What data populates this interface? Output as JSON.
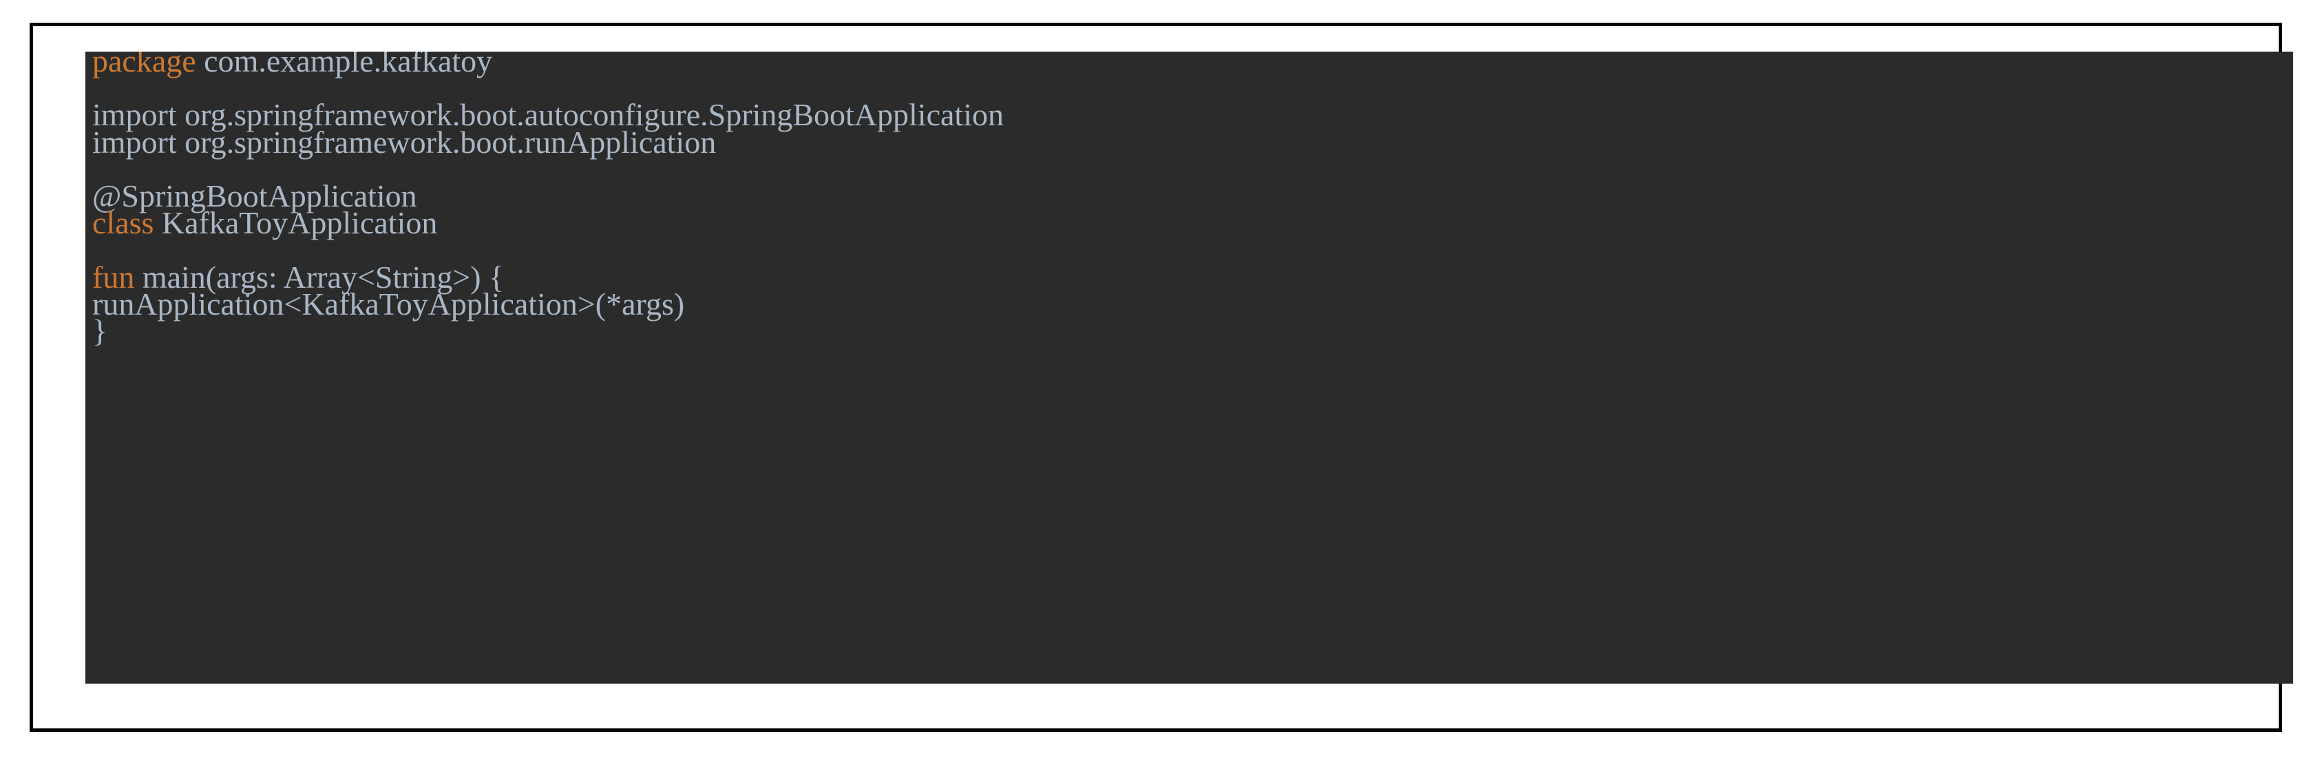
{
  "figure": {
    "kind": "code-snippet-screenshot",
    "language": "kotlin",
    "theme_name": "darcula",
    "colors": {
      "page_background": "#ffffff",
      "frame_border": "#000000",
      "code_background": "#2b2b2b",
      "default_text": "#a9b7c6",
      "keyword": "#cc7832"
    }
  },
  "code": {
    "lines": [
      {
        "index": 1,
        "type": "code",
        "text": "package com.example.kafkatoy",
        "tokens": [
          {
            "text": "package",
            "role": "keyword"
          },
          {
            "text": " com.example.kafkatoy",
            "role": "plain"
          }
        ]
      },
      {
        "index": 2,
        "type": "blank",
        "text": "",
        "tokens": []
      },
      {
        "index": 3,
        "type": "code",
        "text": "import org.springframework.boot.autoconfigure.SpringBootApplication",
        "tokens": [
          {
            "text": "import org.springframework.boot.autoconfigure.SpringBootApplication",
            "role": "plain"
          }
        ]
      },
      {
        "index": 4,
        "type": "code",
        "text": "import org.springframework.boot.runApplication",
        "tokens": [
          {
            "text": "import org.springframework.boot.runApplication",
            "role": "plain"
          }
        ]
      },
      {
        "index": 5,
        "type": "blank",
        "text": "",
        "tokens": []
      },
      {
        "index": 6,
        "type": "code",
        "text": "@SpringBootApplication",
        "tokens": [
          {
            "text": "@SpringBootApplication",
            "role": "plain"
          }
        ]
      },
      {
        "index": 7,
        "type": "code",
        "text": "class KafkaToyApplication",
        "tokens": [
          {
            "text": "class",
            "role": "keyword"
          },
          {
            "text": " KafkaToyApplication",
            "role": "plain"
          }
        ]
      },
      {
        "index": 8,
        "type": "blank",
        "text": "",
        "tokens": []
      },
      {
        "index": 9,
        "type": "code",
        "text": "fun main(args: Array<String>) {",
        "tokens": [
          {
            "text": "fun",
            "role": "keyword"
          },
          {
            "text": " main(args: Array<String>) {",
            "role": "plain"
          }
        ]
      },
      {
        "index": 10,
        "type": "code",
        "text": "runApplication<KafkaToyApplication>(*args)",
        "tokens": [
          {
            "text": "runApplication<KafkaToyApplication>(*args)",
            "role": "plain"
          }
        ]
      },
      {
        "index": 11,
        "type": "code",
        "text": "}",
        "tokens": [
          {
            "text": "}",
            "role": "plain"
          }
        ]
      }
    ]
  }
}
